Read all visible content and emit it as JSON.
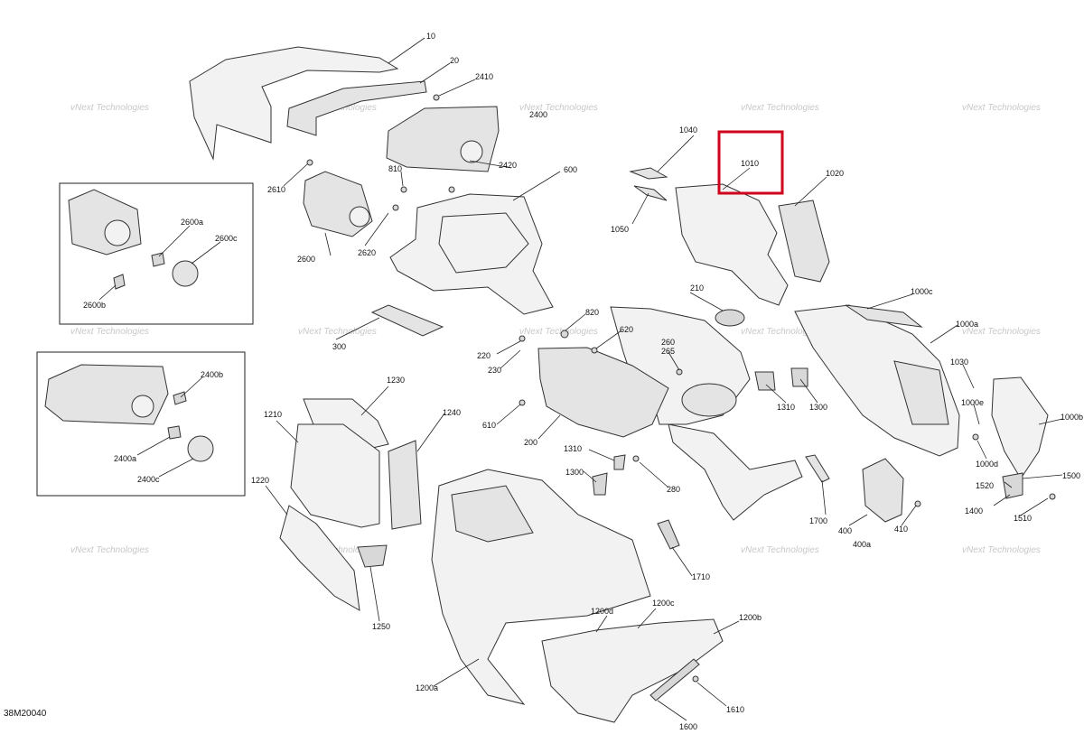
{
  "reference_code": "38M20040",
  "watermark": "vNext Technologies",
  "highlight_color": "#d0021b",
  "highlighted_label": "1010",
  "labels": {
    "l10": "10",
    "l20": "20",
    "l2410": "2410",
    "l2400": "2400",
    "l2420": "2420",
    "l810": "810",
    "l600": "600",
    "l2610": "2610",
    "l2600": "2600",
    "l2620": "2620",
    "l2600a": "2600a",
    "l2600c": "2600c",
    "l2600b": "2600b",
    "l2400b": "2400b",
    "l2400a": "2400a",
    "l2400c": "2400c",
    "l1040": "1040",
    "l1010": "1010",
    "l1020": "1020",
    "l1050": "1050",
    "l300": "300",
    "l210": "210",
    "l820": "820",
    "l620": "620",
    "l260": "260",
    "l265": "265",
    "l220": "220",
    "l230": "230",
    "l610": "610",
    "l200": "200",
    "l1310a": "1310",
    "l1300a": "1300",
    "l280": "280",
    "l1310b": "1310",
    "l1300b": "1300",
    "l1000c": "1000c",
    "l1000a": "1000a",
    "l1030": "1030",
    "l1000e": "1000e",
    "l1000b": "1000b",
    "l1000d": "1000d",
    "l1500": "1500",
    "l1520": "1520",
    "l1400": "1400",
    "l1510": "1510",
    "l1700": "1700",
    "l400": "400",
    "l410": "410",
    "l400a": "400a",
    "l1230": "1230",
    "l1210": "1210",
    "l1240": "1240",
    "l1220": "1220",
    "l1250": "1250",
    "l1710": "1710",
    "l1200c": "1200c",
    "l1200d": "1200d",
    "l1200b": "1200b",
    "l1200a": "1200a",
    "l1610": "1610",
    "l1600": "1600"
  }
}
